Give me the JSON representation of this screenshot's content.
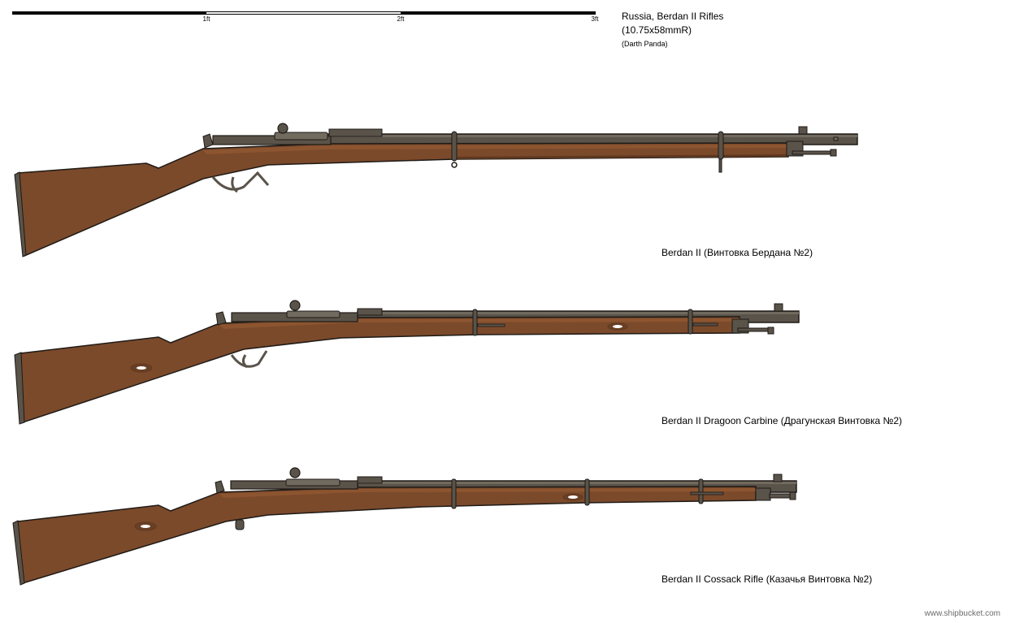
{
  "header": {
    "title": "Russia, Berdan II Rifles",
    "caliber": "(10.75x58mmR)",
    "author": "(Darth Panda)"
  },
  "scale_bar": {
    "ticks": [
      {
        "label": "1ft"
      },
      {
        "label": "2ft"
      },
      {
        "label": "3ft"
      }
    ]
  },
  "colors": {
    "wood": "#7b4a2b",
    "wood_highlight": "#8c5530",
    "wood_shadow": "#5e3820",
    "metal": "#59534a",
    "metal_light": "#716a5e",
    "outline": "#1e1a16"
  },
  "rifles": [
    {
      "label": "Berdan II (Винтовка Бердана №2)"
    },
    {
      "label": "Berdan II Dragoon Carbine (Драгунская Винтовка №2)"
    },
    {
      "label": "Berdan II Cossack Rifle (Казачья Винтовка №2)"
    }
  ],
  "footer": {
    "watermark": "www.shipbucket.com"
  }
}
